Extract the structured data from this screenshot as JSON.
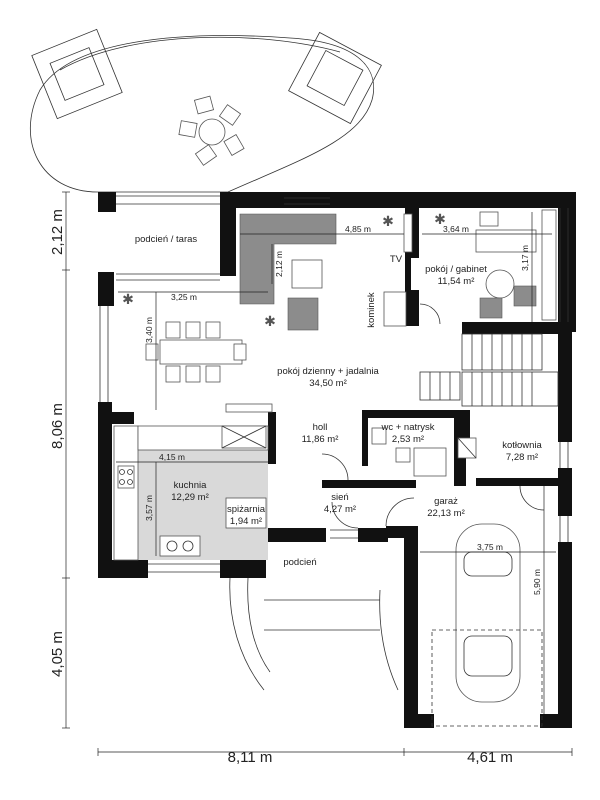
{
  "rooms": {
    "terrace": {
      "name": "podcień / taras"
    },
    "living": {
      "name": "pokój dzienny + jadalnia",
      "area": "34,50 m²"
    },
    "office": {
      "name": "pokój / gabinet",
      "area": "11,54 m²"
    },
    "hall": {
      "name": "holl",
      "area": "11,86 m²"
    },
    "wc": {
      "name": "wc + natrysk",
      "area": "2,53 m²"
    },
    "boiler": {
      "name": "kotłownia",
      "area": "7,28 m²"
    },
    "kitchen": {
      "name": "kuchnia",
      "area": "12,29 m²"
    },
    "pantry": {
      "name": "spiżarnia",
      "area": "1,94 m²"
    },
    "vestibule": {
      "name": "sień",
      "area": "4,27 m²"
    },
    "garage": {
      "name": "garaż",
      "area": "22,13 m²"
    },
    "porch": {
      "name": "podcień"
    }
  },
  "labels": {
    "tv": "TV",
    "fireplace": "kominek"
  },
  "dimensions": {
    "living_width": "4,85 m",
    "living_depth": "2,12 m",
    "office_width": "3,64 m",
    "office_depth": "3,17 m",
    "dining_width": "3,25 m",
    "dining_depth": "3,40 m",
    "kitchen_width": "4,15 m",
    "kitchen_depth": "3,57 m",
    "garage_width": "3,75 m",
    "garage_depth": "5,90 m"
  },
  "overall_dimensions": {
    "left_top": "2,12 m",
    "left_middle": "8,06 m",
    "left_bottom": "4,05 m",
    "bottom_left": "8,11 m",
    "bottom_right": "4,61 m"
  }
}
